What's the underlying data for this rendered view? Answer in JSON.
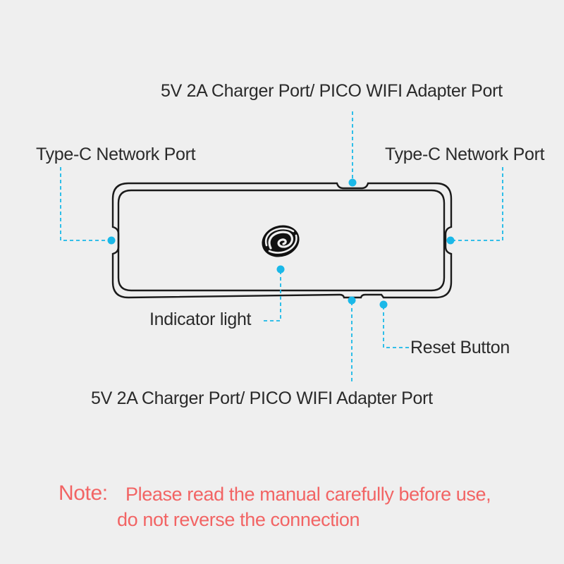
{
  "labels": {
    "top_port": "5V 2A Charger Port/ PICO WIFI Adapter Port",
    "left_port": "Type-C Network Port",
    "right_port": "Type-C Network Port",
    "indicator": "Indicator light",
    "reset": "Reset Button",
    "bottom_port": "5V 2A Charger Port/ PICO WIFI Adapter Port"
  },
  "note": {
    "heading": "Note:",
    "line1": "Please read the manual carefully before use,",
    "line2": "do not reverse the connection"
  },
  "colors": {
    "background": "#efefef",
    "callout": "#1ab8e8",
    "device_outline": "#1a1a1a",
    "label_text": "#2a2a2a",
    "note_text": "#f26464"
  },
  "icons": {
    "device_logo": "swirl-logo-icon"
  }
}
